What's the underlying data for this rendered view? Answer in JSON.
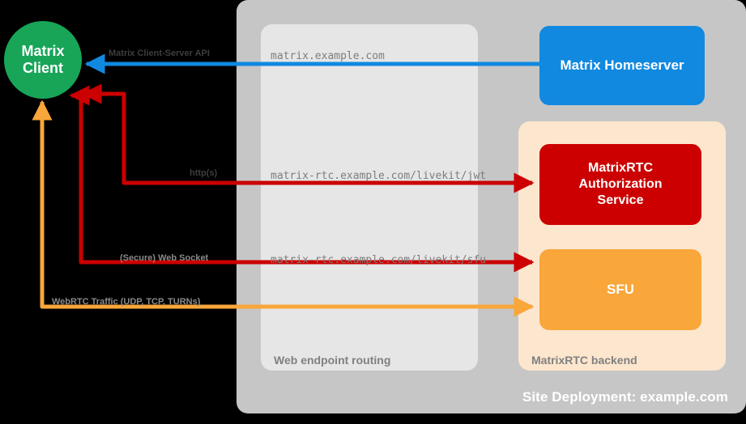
{
  "diagram": {
    "title": "Site Deployment: example.com",
    "containers": {
      "site": {
        "label": "Site Deployment: example.com",
        "color": "#c6c6c6"
      },
      "web_endpoint": {
        "label": "Web endpoint routing",
        "color": "#e6e6e6"
      },
      "matrixrtc_backend": {
        "label": "MatrixRTC backend",
        "color": "#fce6cd"
      }
    },
    "nodes": {
      "client": {
        "label_line1": "Matrix",
        "label_line2": "Client",
        "color": "#18a558"
      },
      "homeserver": {
        "label": "Matrix Homeserver",
        "color": "#1189e0"
      },
      "auth": {
        "label_line1": "MatrixRTC",
        "label_line2": "Authorization",
        "label_line3": "Service",
        "color": "#cc0000"
      },
      "sfu": {
        "label": "SFU",
        "color": "#f9a63a"
      }
    },
    "edges": [
      {
        "id": "cs-api",
        "protocol": "Matrix Client-Server API",
        "endpoint": "matrix.example.com",
        "color": "#1189e0"
      },
      {
        "id": "jwt",
        "protocol": "http(s)",
        "endpoint": "matrix-rtc.example.com/livekit/jwt",
        "color": "#cc0000"
      },
      {
        "id": "websocket",
        "protocol": "(Secure) Web Socket",
        "endpoint": "matrix-rtc.example.com/livekit/sfu",
        "color": "#cc0000"
      },
      {
        "id": "webrtc",
        "protocol": "WebRTC Traffic (UDP, TCP, TURNs)",
        "endpoint": "",
        "color": "#f9a63a"
      }
    ]
  }
}
